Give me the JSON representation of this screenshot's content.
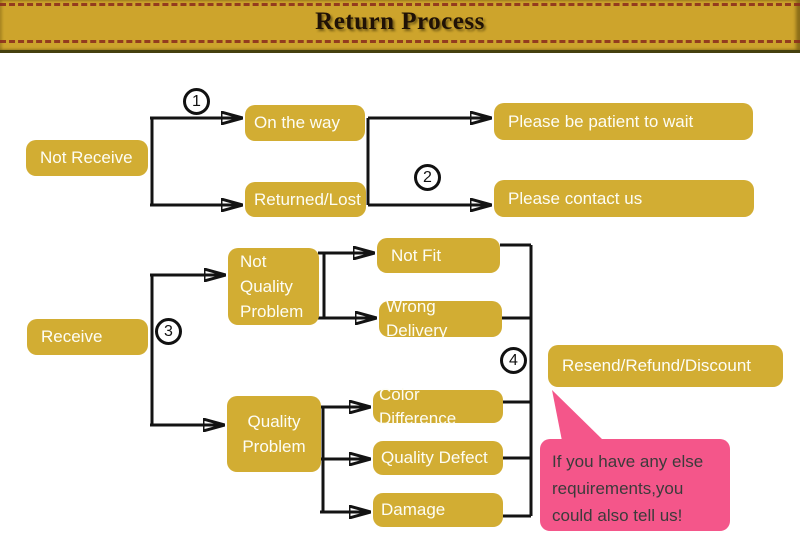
{
  "title": "Return Process",
  "nodes": {
    "not_receive": {
      "label": "Not Receive"
    },
    "on_the_way": {
      "label": "On the way"
    },
    "returned_lost": {
      "label": "Returned/Lost"
    },
    "please_wait": {
      "label": "Please be patient to wait"
    },
    "please_contact": {
      "label": "Please contact us"
    },
    "receive": {
      "label": "Receive"
    },
    "not_quality": {
      "label": "Not Quality Problem"
    },
    "not_fit": {
      "label": "Not Fit"
    },
    "wrong_delivery": {
      "label": "Wrong Delivery"
    },
    "quality_problem": {
      "label": "Quality Problem"
    },
    "color_difference": {
      "label": "Color Difference"
    },
    "quality_defect": {
      "label": "Quality Defect"
    },
    "damage": {
      "label": "Damage"
    },
    "resend": {
      "label": "Resend/Refund/Discount"
    }
  },
  "steps": {
    "s1": "1",
    "s2": "2",
    "s3": "3",
    "s4": "4"
  },
  "bubble": {
    "lines": [
      "If you have any else",
      "requirements,you",
      "could also tell us!"
    ]
  },
  "colors": {
    "banner_gold": "#cda42c",
    "box_gold": "#d2ad33",
    "dash_red": "#8a2a1c",
    "bubble_pink": "#f4568a",
    "line_black": "#131313",
    "box_text": "#fdfdf5",
    "bubble_text": "#3b3b3b"
  }
}
